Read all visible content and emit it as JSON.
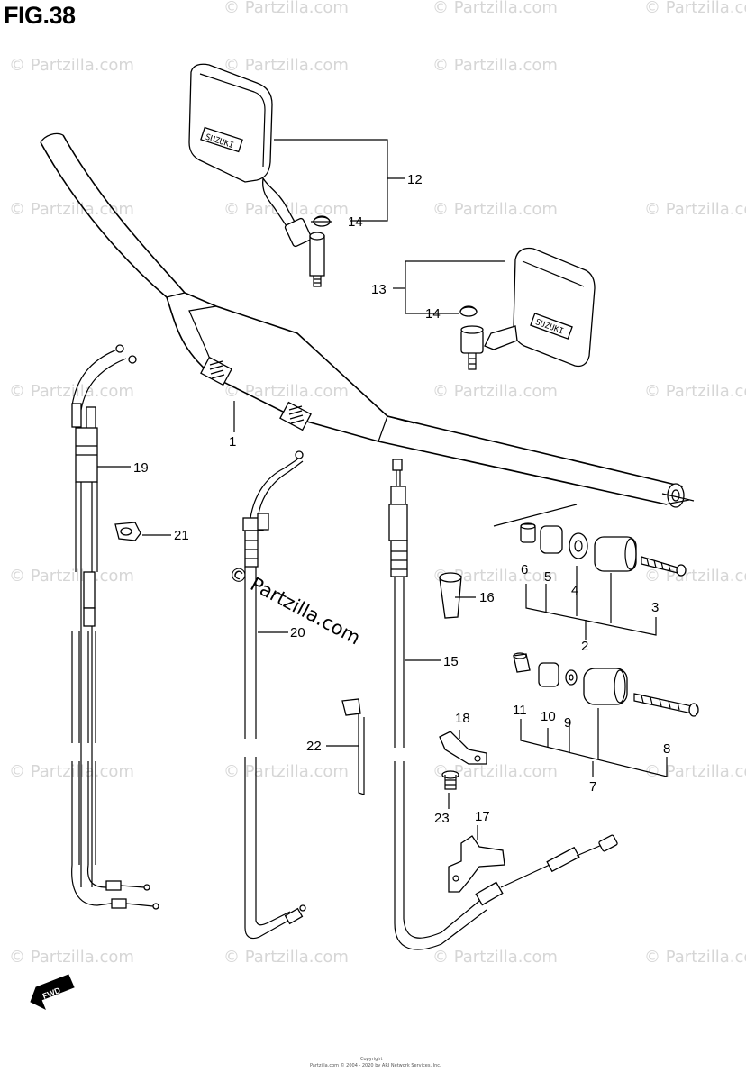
{
  "figure": {
    "title": "FIG.38"
  },
  "watermark": {
    "text": "© Partzilla.com"
  },
  "mirror_brand": "SUZUKI",
  "fwd_label": "FWD",
  "footer_lines": [
    "Copyright",
    "Partzilla.com © 2004 - 2020 by ARI Network Services, Inc."
  ],
  "callouts": [
    "1",
    "2",
    "3",
    "4",
    "5",
    "6",
    "7",
    "8",
    "9",
    "10",
    "11",
    "12",
    "13",
    "14",
    "14",
    "15",
    "16",
    "17",
    "18",
    "19",
    "20",
    "21",
    "22",
    "23"
  ]
}
